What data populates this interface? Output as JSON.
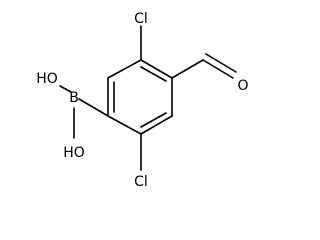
{
  "molecule": {
    "atom_labels": {
      "cl_top": "Cl",
      "cl_bottom": "Cl",
      "oxygen": "O",
      "boron": "B",
      "hydroxyl_top": "HO",
      "hydroxyl_bottom": "HO"
    }
  },
  "colors": {
    "bond": "#000000",
    "label": "#000000",
    "background": "#ffffff"
  }
}
